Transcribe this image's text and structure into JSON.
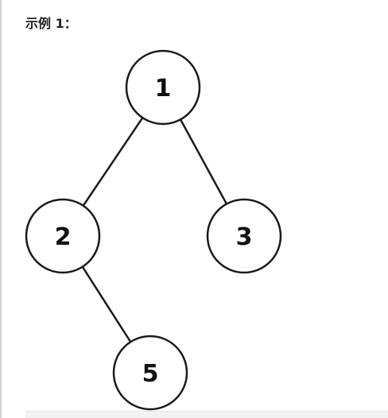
{
  "heading": "示例 1：",
  "tree": {
    "nodes": [
      {
        "id": "n1",
        "label": "1"
      },
      {
        "id": "n2",
        "label": "2"
      },
      {
        "id": "n3",
        "label": "3"
      },
      {
        "id": "n5",
        "label": "5"
      }
    ],
    "edges": [
      {
        "from": "n1",
        "to": "n2"
      },
      {
        "from": "n1",
        "to": "n3"
      },
      {
        "from": "n2",
        "to": "n5"
      }
    ]
  }
}
